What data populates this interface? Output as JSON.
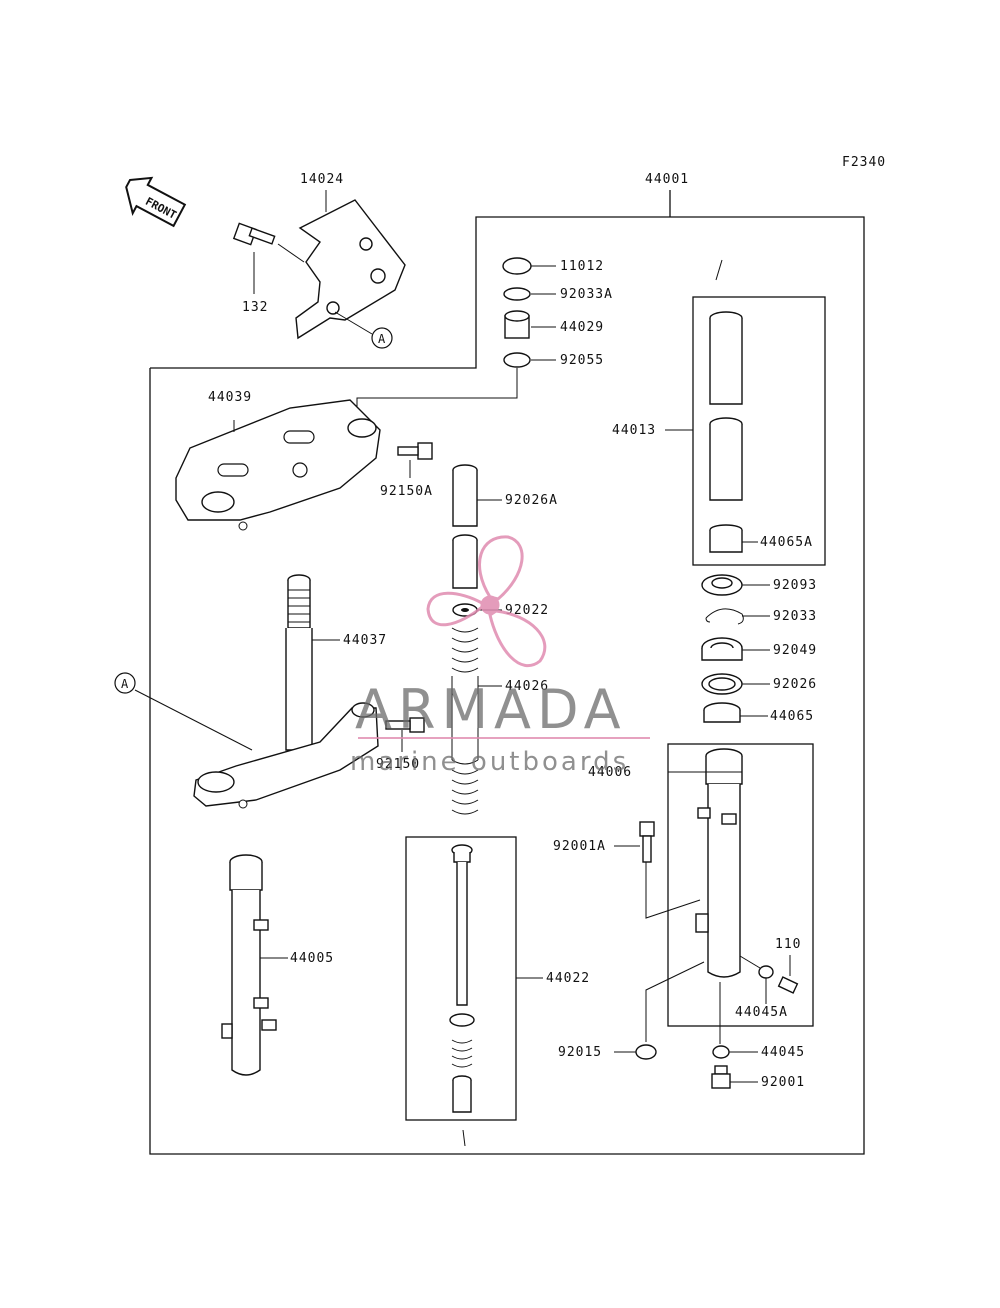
{
  "diagram": {
    "figure_id": "F2340",
    "front_label": "FRONT",
    "ref_letter": "A",
    "parts": {
      "p14024": "14024",
      "p44001": "44001",
      "p132": "132",
      "p11012": "11012",
      "p92033a": "92033A",
      "p44029": "44029",
      "p92055": "92055",
      "p44039": "44039",
      "p92150a": "92150A",
      "p92026a": "92026A",
      "p44013": "44013",
      "p44065a": "44065A",
      "p92093": "92093",
      "p92033": "92033",
      "p92049": "92049",
      "p92026": "92026",
      "p44065": "44065",
      "p92022": "92022",
      "p44037": "44037",
      "p44026": "44026",
      "p92150": "92150",
      "p44006": "44006",
      "p92001a": "92001A",
      "p110": "110",
      "p44045a": "44045A",
      "p44005": "44005",
      "p44022": "44022",
      "p92015": "92015",
      "p44045": "44045",
      "p92001": "92001"
    }
  },
  "watermark": {
    "brand": "ARMADA",
    "tagline": "marine outboards",
    "color": "#e08bb0"
  }
}
